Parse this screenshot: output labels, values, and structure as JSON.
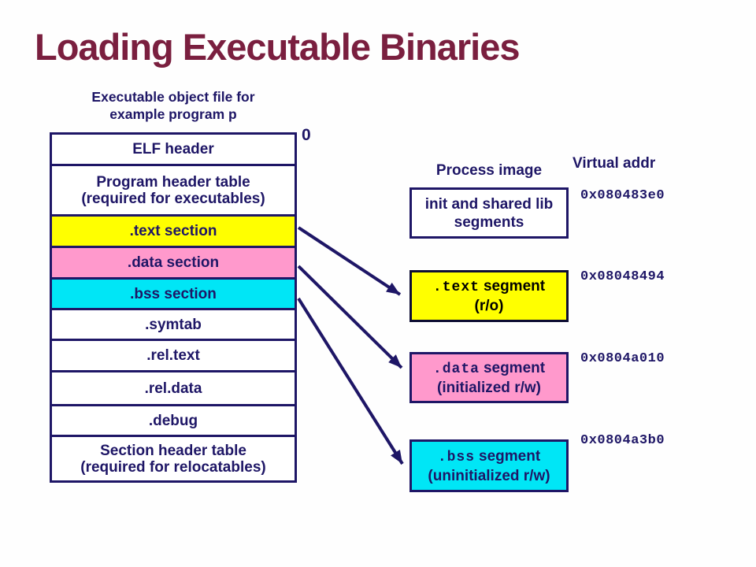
{
  "title": "Loading Executable Binaries",
  "colors": {
    "title": "#7a1f3f",
    "navy": "#1e1666",
    "section_text_yellow": "#ffff00",
    "section_data_pink": "#ff99cc",
    "section_bss_cyan": "#00e6f6",
    "background": "#ffffff"
  },
  "object_file": {
    "heading": [
      "Executable object file for",
      "example program p"
    ],
    "offset_label": "0",
    "sections": [
      {
        "line1": "ELF header",
        "bg": "#ffffff"
      },
      {
        "line1": "Program header table",
        "line2": "(required for executables)",
        "bg": "#ffffff"
      },
      {
        "line1": ".text section",
        "bg": "#ffff00"
      },
      {
        "line1": ".data section",
        "bg": "#ff99cc"
      },
      {
        "line1": ".bss section",
        "bg": "#00e6f6"
      },
      {
        "line1": ".symtab",
        "bg": "#ffffff"
      },
      {
        "line1": ".rel.text",
        "bg": "#ffffff"
      },
      {
        "line1": ".rel.data",
        "bg": "#ffffff"
      },
      {
        "line1": ".debug",
        "bg": "#ffffff"
      },
      {
        "line1": "Section header table",
        "line2": "(required for relocatables)",
        "bg": "#ffffff"
      }
    ]
  },
  "process_image": {
    "heading": "Process image",
    "virtual_addr_heading": "Virtual addr",
    "segments": [
      {
        "mono": "",
        "title": "init and shared lib",
        "subtitle": "segments",
        "addr": "0x080483e0",
        "bg": "#ffffff"
      },
      {
        "mono": ".text",
        "title": "segment",
        "subtitle": "(r/o)",
        "addr": "0x08048494",
        "bg": "#ffff00"
      },
      {
        "mono": ".data",
        "title": "segment",
        "subtitle": "(initialized r/w)",
        "addr": "0x0804a010",
        "bg": "#ff99cc"
      },
      {
        "mono": ".bss",
        "title": "segment",
        "subtitle": "(uninitialized r/w)",
        "addr": "0x0804a3b0",
        "bg": "#00e6f6"
      }
    ]
  }
}
